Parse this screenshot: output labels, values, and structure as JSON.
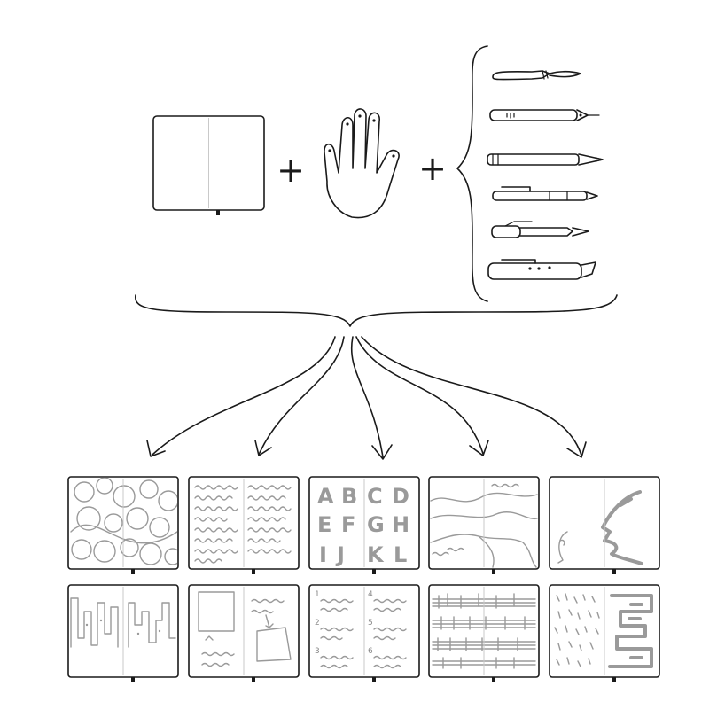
{
  "diagram": {
    "operators": [
      "+",
      "+"
    ],
    "inputs": [
      "open-notebook-icon",
      "hand-icon",
      "writing-tools-group"
    ],
    "tools": [
      "brush-icon",
      "dip-pen-icon",
      "pencil-icon",
      "ballpoint-pen-icon",
      "fountain-pen-icon",
      "marker-icon"
    ],
    "outputs": [
      {
        "name": "loops-drawing"
      },
      {
        "name": "handwritten-text"
      },
      {
        "name": "alphabet-letters"
      },
      {
        "name": "landscape-sketch"
      },
      {
        "name": "face-profile"
      },
      {
        "name": "city-skyline"
      },
      {
        "name": "sketch-with-notes"
      },
      {
        "name": "numbered-list"
      },
      {
        "name": "sheet-music"
      },
      {
        "name": "pattern-strokes"
      }
    ],
    "alphabet_rows": [
      [
        "A",
        "B",
        "C",
        "D"
      ],
      [
        "E",
        "F",
        "G",
        "H"
      ],
      [
        "I",
        "J",
        "K",
        "L"
      ]
    ],
    "list_numbers_left": [
      "1",
      "2",
      "3"
    ],
    "list_numbers_right": [
      "4",
      "5",
      "6"
    ]
  }
}
